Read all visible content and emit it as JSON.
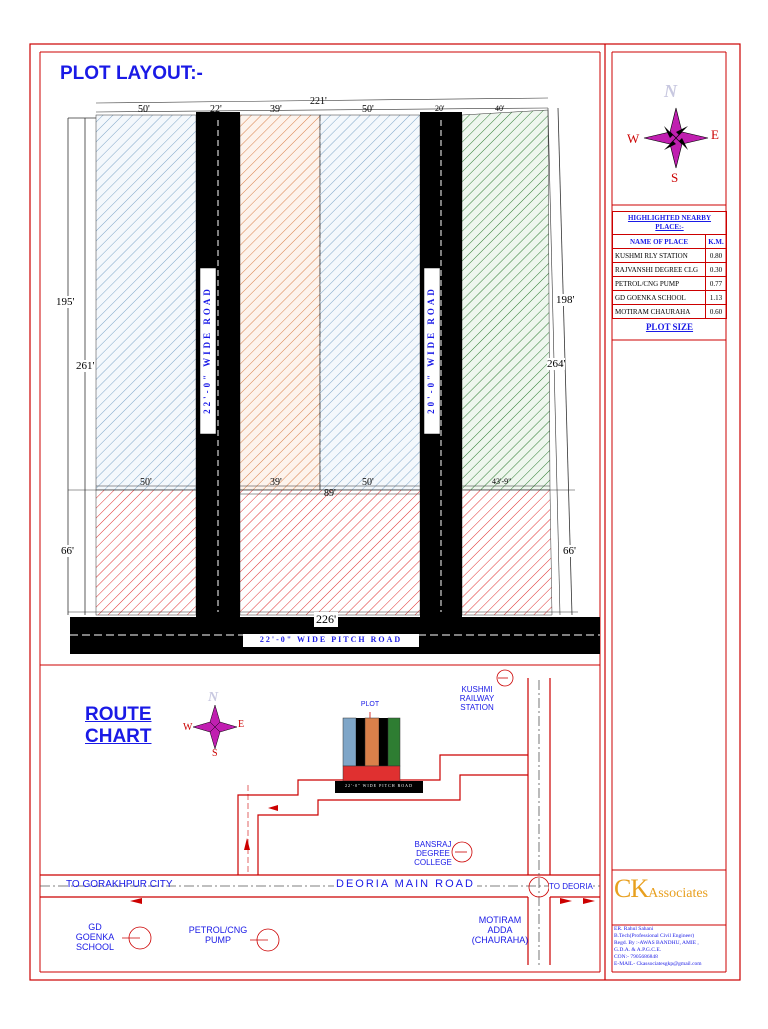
{
  "plot_title": "PLOT LAYOUT:-",
  "route_title_line1": "ROUTE",
  "route_title_line2": "CHART",
  "compass": {
    "n": "N",
    "s": "S",
    "e": "E",
    "w": "W"
  },
  "dimensions": {
    "top_total": "221'",
    "top_segments": [
      "50'",
      "22'",
      "39'",
      "50'",
      "20'",
      "40'"
    ],
    "mid_segments": [
      "50'",
      "39'",
      "50'",
      "43'-9\""
    ],
    "mid_total": "89'",
    "bottom_total": "226'",
    "left_upper": "195'",
    "left_total": "261'",
    "left_lower": "66'",
    "right_upper": "198'",
    "right_total": "264'",
    "right_lower": "66'"
  },
  "roads": {
    "left_vertical": "22'-0\" WIDE ROAD",
    "right_vertical": "20'-0\" WIDE ROAD",
    "bottom": "22'-0\" WIDE PITCH ROAD",
    "mini_bottom": "22'-0\" WIDE PITCH ROAD",
    "main_road": "DEORIA MAIN ROAD"
  },
  "colors": {
    "border": "#cc0000",
    "blue_hatch": "#7fa6c8",
    "orange_hatch": "#d9804a",
    "green_hatch": "#2e7d32",
    "red_hatch": "#e03030",
    "label_blue": "#1a1ae6",
    "compass_magenta": "#c01fb0"
  },
  "nearby": {
    "title": "HIGHLIGHTED NEARBY PLACE:-",
    "col_place": "NAME OF PLACE",
    "col_km": "K.M.",
    "rows": [
      {
        "place": "KUSHMI RLY STATION",
        "km": "0.80"
      },
      {
        "place": "RAJVANSHI DEGREE CLG",
        "km": "0.30"
      },
      {
        "place": "PETROL/CNG PUMP",
        "km": "0.77"
      },
      {
        "place": "GD GOENKA SCHOOL",
        "km": "1.13"
      },
      {
        "place": "MOTIRAM CHAURAHA",
        "km": "0.60"
      }
    ],
    "plot_size": "PLOT SIZE"
  },
  "route": {
    "plot_label": "PLOT",
    "kushmi": [
      "KUSHMI",
      "RAILWAY",
      "STATION"
    ],
    "bansraj": [
      "BANSRAJ",
      "DEGREE",
      "COLLEGE"
    ],
    "to_gorakhpur": "TO GORAKHPUR CITY",
    "to_deoria": "TO DEORIA",
    "gd_goenka": [
      "GD",
      "GOENKA",
      "SCHOOL"
    ],
    "petrol": [
      "PETROL/CNG",
      "PUMP"
    ],
    "motiram": [
      "MOTIRAM",
      "ADDA",
      "(CHAURAHA)"
    ]
  },
  "company": {
    "logo_ck": "CK",
    "logo_name": "Associates",
    "engineer": "ER. Rahul Sahani",
    "qualification": "B.Tech(Professional Civil Engineer)",
    "regd": "Regd. By :-AWAS BANDHU, AMIE ,",
    "regd2": "G.D.A. & A.P.G.C.E.",
    "contact": "CON:- 7905686848",
    "email": "E-MAIL- Ckassociatesgkp@gmail.com"
  }
}
